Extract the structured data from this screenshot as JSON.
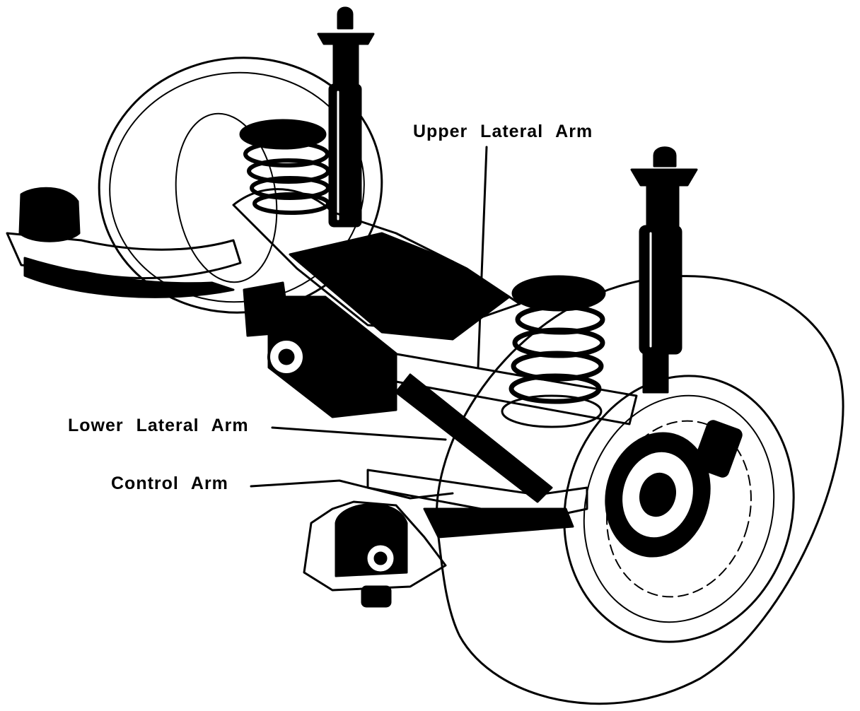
{
  "labels": {
    "upper_lateral_arm": "Upper Lateral Arm",
    "lower_lateral_arm": "Lower Lateral Arm",
    "control_arm": "Control Arm"
  },
  "colors": {
    "ink": "#000000",
    "paper": "#ffffff"
  }
}
